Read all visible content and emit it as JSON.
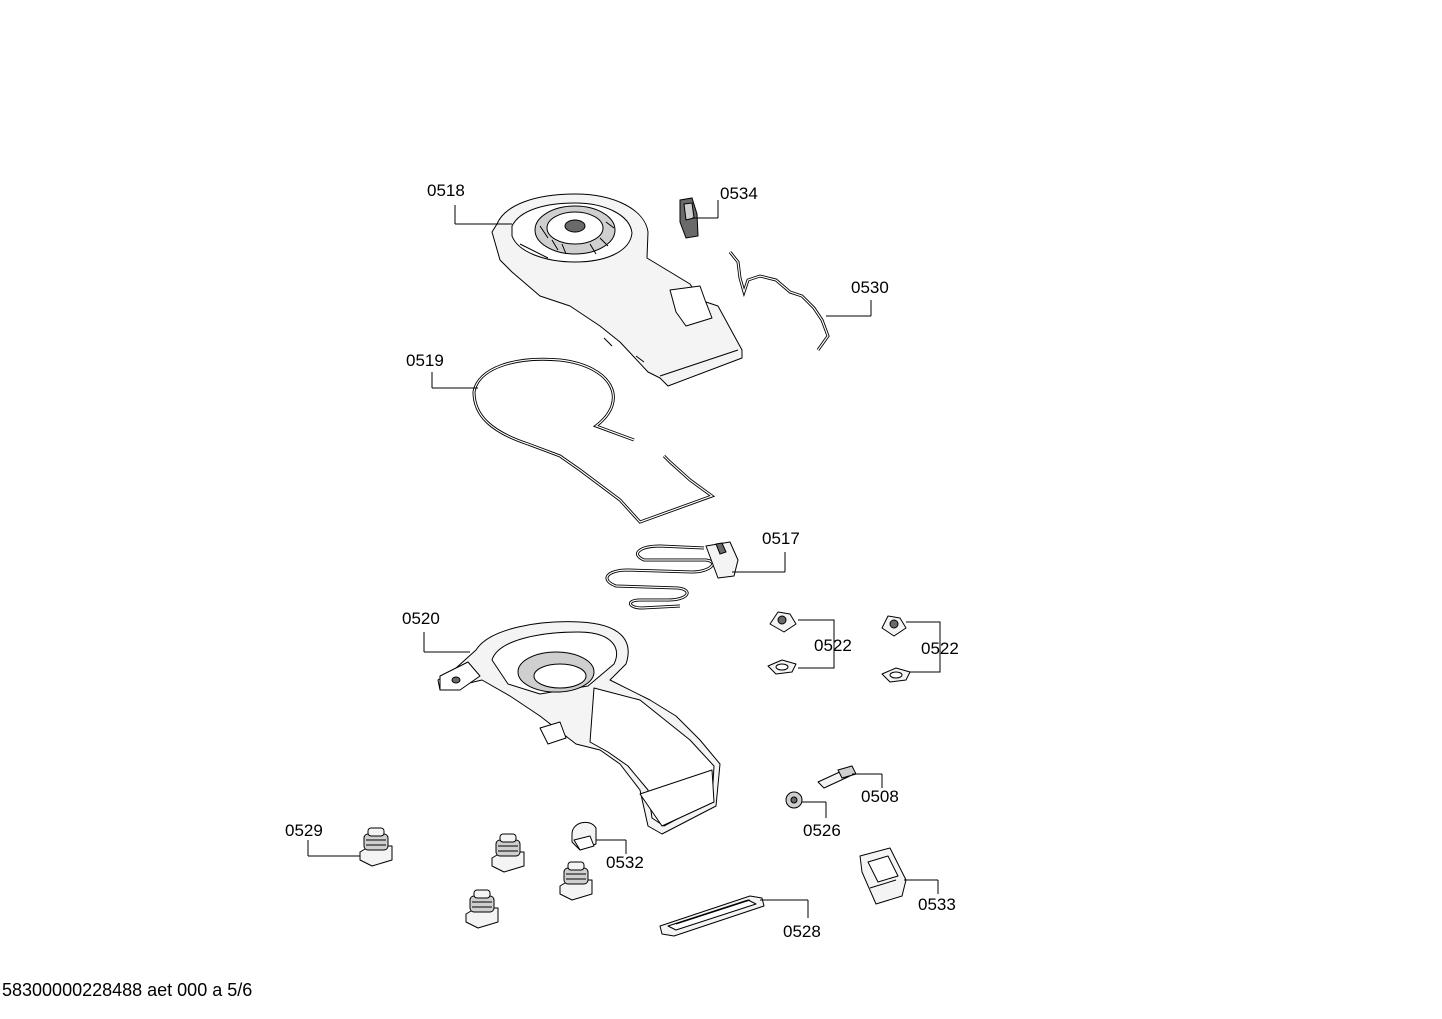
{
  "document_ref": "58300000228488 aet 000 a 5/6",
  "callouts": {
    "c0518": "0518",
    "c0534": "0534",
    "c0530": "0530",
    "c0519": "0519",
    "c0517": "0517",
    "c0520": "0520",
    "c0522a": "0522",
    "c0522b": "0522",
    "c0508": "0508",
    "c0526": "0526",
    "c0529": "0529",
    "c0532": "0532",
    "c0533": "0533",
    "c0528": "0528"
  }
}
